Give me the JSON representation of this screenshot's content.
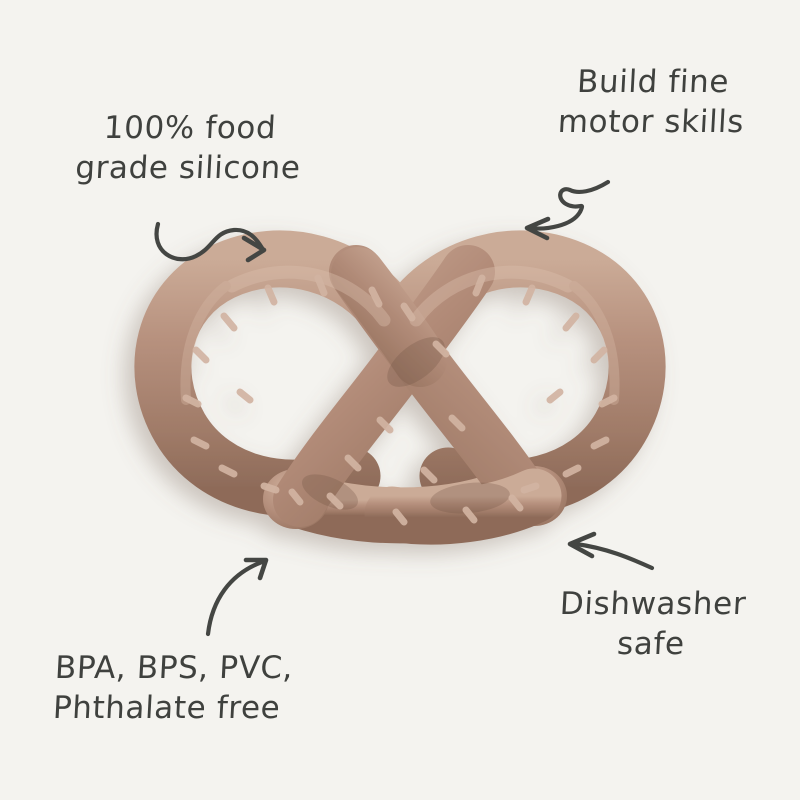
{
  "background_color": "#f4f3ef",
  "text_color": "#3f413e",
  "product": {
    "name": "silicone-pretzel-teether",
    "alt": "Beige silicone pretzel-shaped baby teether",
    "colors": {
      "base": "#b08e7b",
      "highlight": "#c8a794",
      "shadow": "#9a7462",
      "deep_shadow": "#8a6553",
      "salt_mark": "#cdae9c",
      "drop_shadow": "rgba(120,100,88,0.30)"
    }
  },
  "annotations": [
    {
      "id": "food-grade",
      "name": "annotation-food-grade",
      "text": "100% food\ngrade silicone",
      "arrow": "s-curve-right-down-arrow"
    },
    {
      "id": "motor-skills",
      "name": "annotation-motor-skills",
      "text": "Build fine\nmotor skills",
      "arrow": "looped-left-down-arrow"
    },
    {
      "id": "bpa-free",
      "name": "annotation-bpa-free",
      "text": "BPA, BPS, PVC,\nPhthalate free",
      "arrow": "curved-up-right-arrow"
    },
    {
      "id": "dishwasher-safe",
      "name": "annotation-dishwasher-safe",
      "text": "Dishwasher\nsafe",
      "arrow": "curved-left-arrow"
    }
  ]
}
